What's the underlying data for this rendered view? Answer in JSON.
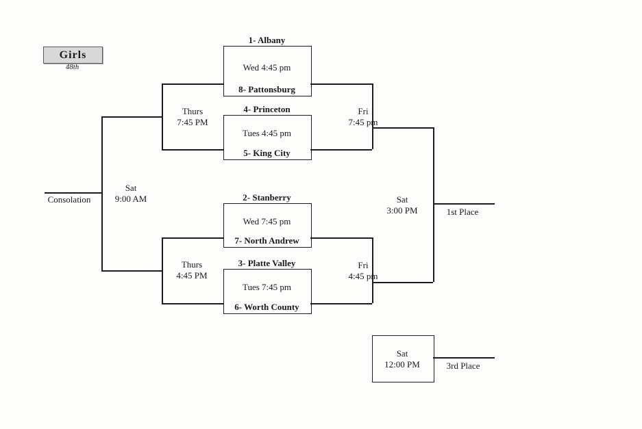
{
  "colors": {
    "line": "#1c1c1c",
    "header_fill": "#d8d8d8"
  },
  "header": {
    "division": "Girls",
    "edition": "48th"
  },
  "bracket": {
    "quarterfinals": [
      {
        "top_seed": "1- Albany",
        "time": "Wed 4:45 pm",
        "bottom_seed": "8- Pattonsburg"
      },
      {
        "top_seed": "4- Princeton",
        "time": "Tues 4:45 pm",
        "bottom_seed": "5- King City"
      },
      {
        "top_seed": "2- Stanberry",
        "time": "Wed 7:45 pm",
        "bottom_seed": "7- North Andrew"
      },
      {
        "top_seed": "3- Platte Valley",
        "time": "Tues 7:45 pm",
        "bottom_seed": "6- Worth County"
      }
    ],
    "consolation_semifinals": [
      {
        "day": "Thurs",
        "time": "7:45 PM"
      },
      {
        "day": "Thurs",
        "time": "4:45 PM"
      }
    ],
    "semifinals": [
      {
        "day": "Fri",
        "time": "7:45 pm"
      },
      {
        "day": "Fri",
        "time": "4:45 pm"
      }
    ],
    "consolation_final": {
      "day": "Sat",
      "time": "9:00 AM",
      "label": "Consolation"
    },
    "championship": {
      "day": "Sat",
      "time": "3:00 PM",
      "label": "1st Place"
    },
    "third_place_game": {
      "day": "Sat",
      "time": "12:00 PM",
      "label": "3rd Place"
    }
  }
}
